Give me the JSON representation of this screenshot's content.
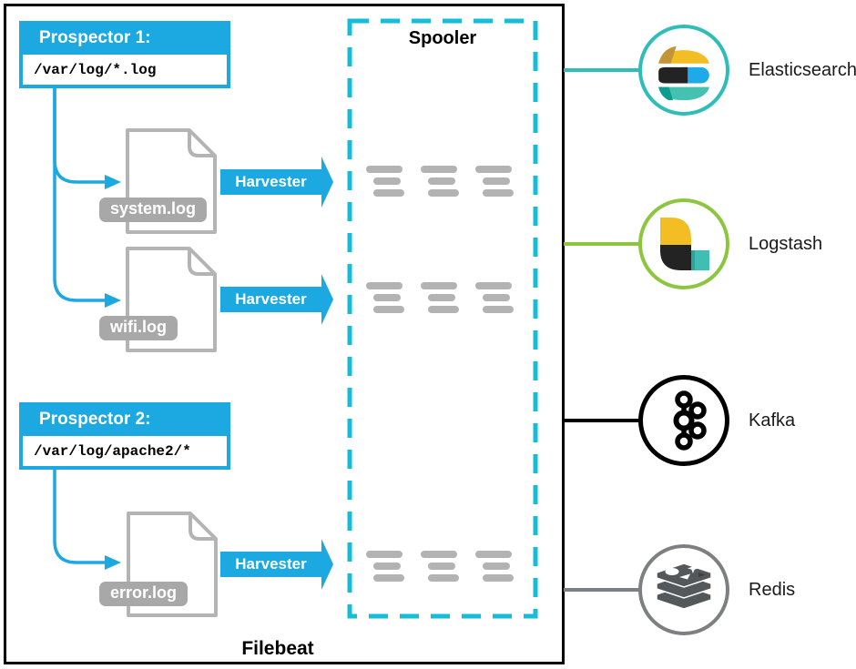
{
  "diagram": {
    "filebeat_label": "Filebeat",
    "spooler": {
      "label": "Spooler",
      "batch_rows": 3,
      "batches_per_row": 3,
      "lines_per_batch": 3
    },
    "prospectors": [
      {
        "title": "Prospector 1:",
        "path": "/var/log/*.log"
      },
      {
        "title": "Prospector 2:",
        "path": "/var/log/apache2/*"
      }
    ],
    "files": [
      {
        "name": "system.log"
      },
      {
        "name": "wifi.log"
      },
      {
        "name": "error.log"
      }
    ],
    "harvester_label": "Harvester",
    "outputs": [
      {
        "label": "Elasticsearch",
        "ring_color": "#2FBEB7"
      },
      {
        "label": "Logstash",
        "ring_color": "#8CC63F"
      },
      {
        "label": "Kafka",
        "ring_color": "#000000"
      },
      {
        "label": "Redis",
        "ring_color": "#7D8083"
      }
    ],
    "colors": {
      "accent_blue": "#1CA8E1",
      "spooler_cyan": "#16BDD8",
      "gray": "#B3B3B3",
      "pill_gray": "#A8A8A8"
    }
  }
}
